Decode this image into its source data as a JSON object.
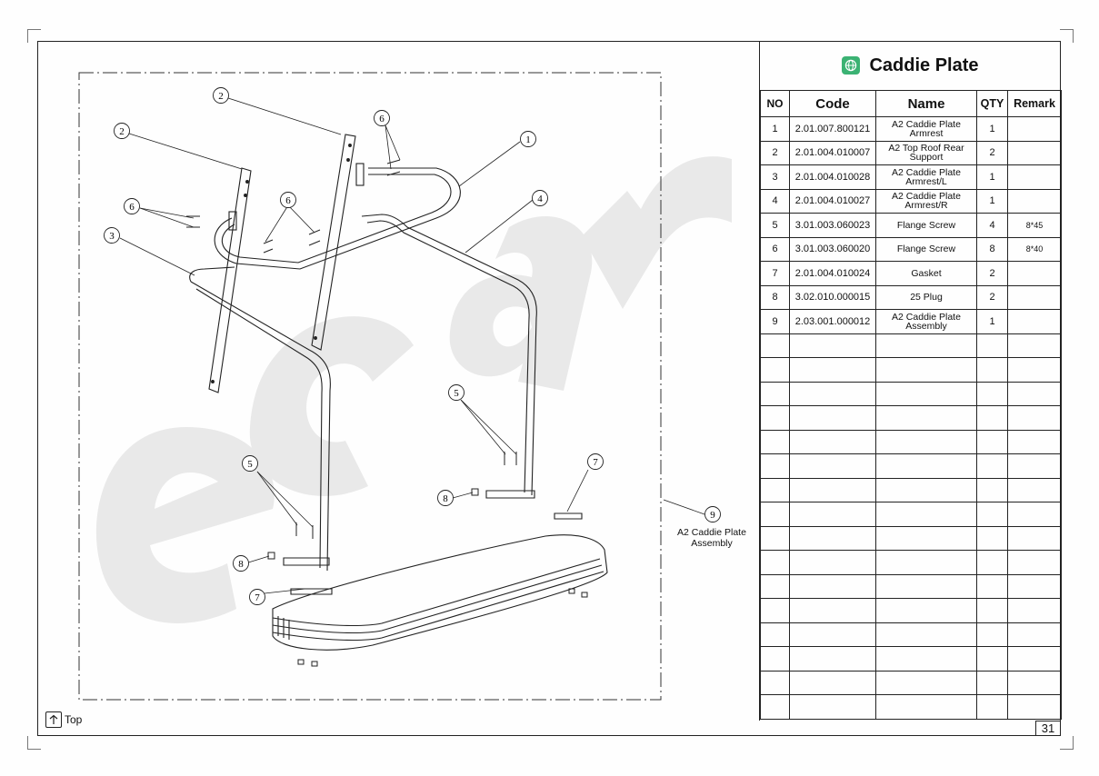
{
  "title": "Caddie Plate",
  "page_number": "31",
  "orientation_label": "Top",
  "watermark": "ecar",
  "assembly_label": [
    "A2 Caddie Plate",
    "Assembly"
  ],
  "callouts": [
    "1",
    "2",
    "2",
    "3",
    "4",
    "5",
    "5",
    "6",
    "6",
    "6",
    "7",
    "7",
    "8",
    "8",
    "9"
  ],
  "table": {
    "headers": [
      "NO",
      "Code",
      "Name",
      "QTY",
      "Remark"
    ],
    "rows": [
      {
        "no": "1",
        "code": "2.01.007.800121",
        "name": [
          "A2 Caddie Plate",
          "Armrest"
        ],
        "qty": "1",
        "remark": ""
      },
      {
        "no": "2",
        "code": "2.01.004.010007",
        "name": [
          "A2 Top Roof Rear",
          "Support"
        ],
        "qty": "2",
        "remark": ""
      },
      {
        "no": "3",
        "code": "2.01.004.010028",
        "name": [
          "A2 Caddie Plate",
          "Armrest/L"
        ],
        "qty": "1",
        "remark": ""
      },
      {
        "no": "4",
        "code": "2.01.004.010027",
        "name": [
          "A2 Caddie Plate",
          "Armrest/R"
        ],
        "qty": "1",
        "remark": ""
      },
      {
        "no": "5",
        "code": "3.01.003.060023",
        "name": [
          "Flange Screw"
        ],
        "qty": "4",
        "remark": "8*45"
      },
      {
        "no": "6",
        "code": "3.01.003.060020",
        "name": [
          "Flange Screw"
        ],
        "qty": "8",
        "remark": "8*40"
      },
      {
        "no": "7",
        "code": "2.01.004.010024",
        "name": [
          "Gasket"
        ],
        "qty": "2",
        "remark": ""
      },
      {
        "no": "8",
        "code": "3.02.010.000015",
        "name": [
          "25 Plug"
        ],
        "qty": "2",
        "remark": ""
      },
      {
        "no": "9",
        "code": "2.03.001.000012",
        "name": [
          "A2 Caddie Plate",
          "Assembly"
        ],
        "qty": "1",
        "remark": ""
      }
    ],
    "empty_rows": 16
  },
  "colors": {
    "icon_green": "#3bb273",
    "watermark": "#e9e9e9",
    "line": "#222222"
  }
}
